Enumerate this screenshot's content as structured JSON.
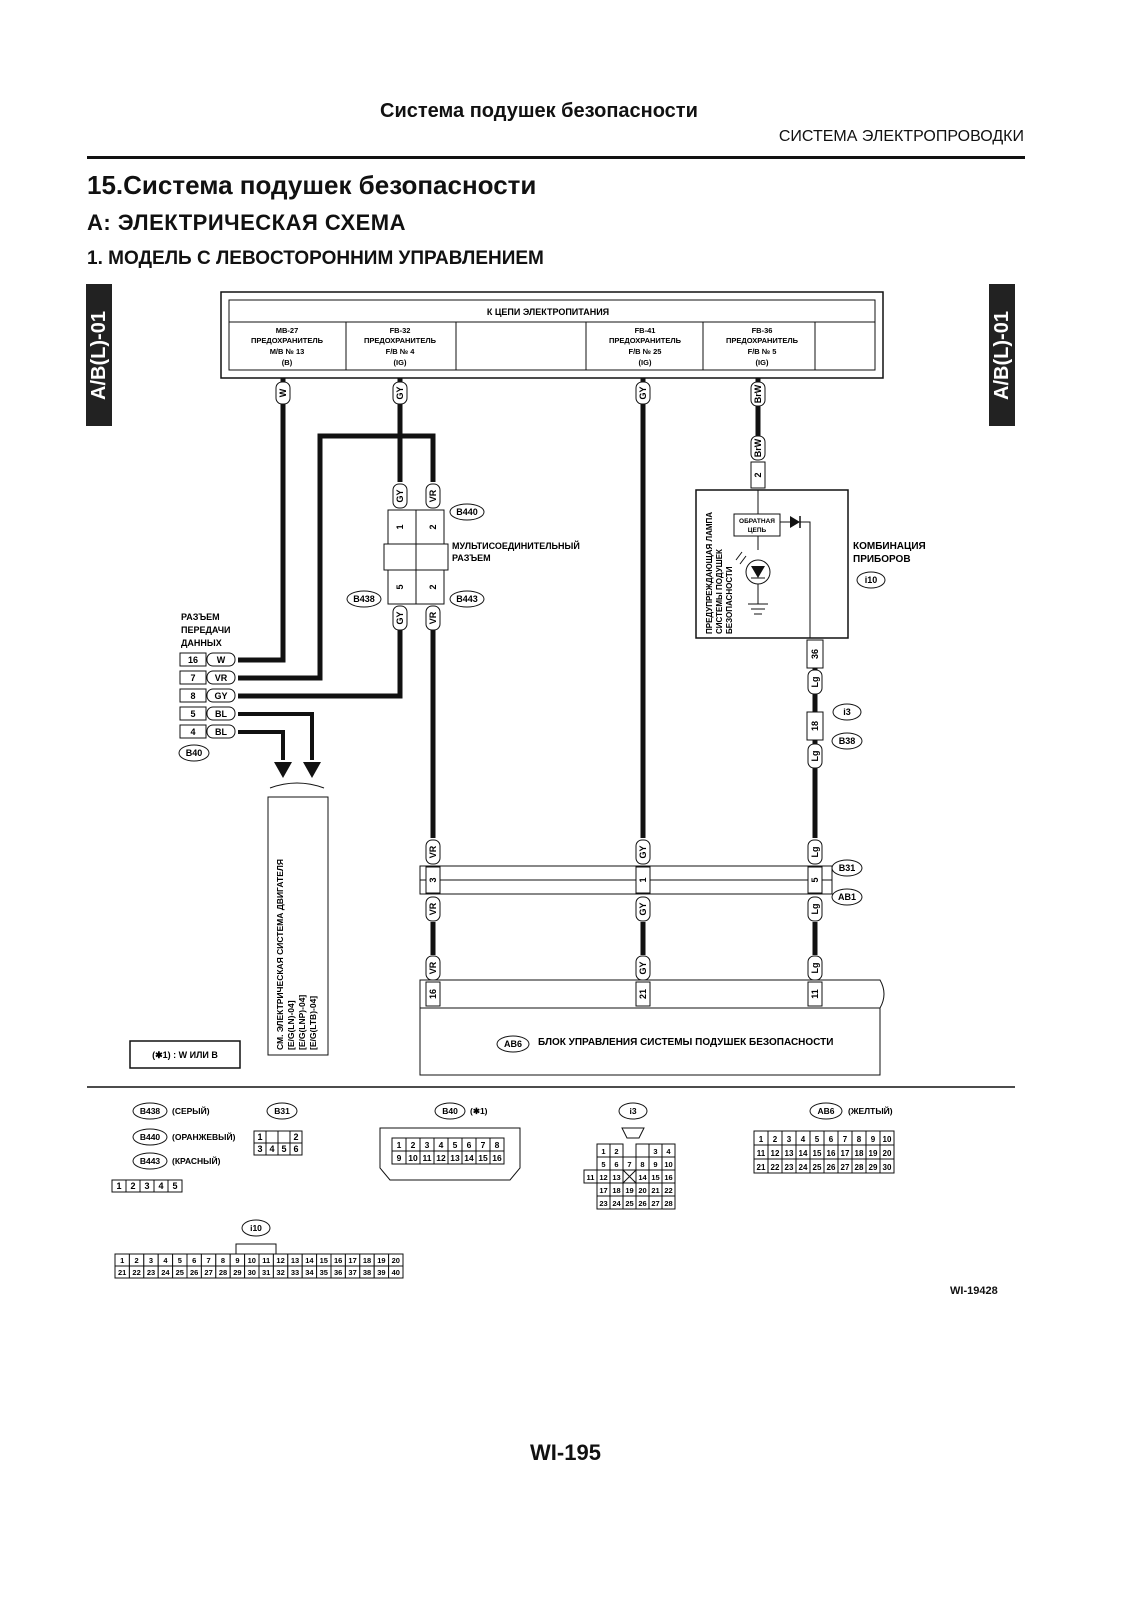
{
  "header": {
    "title": "Система подушек безопасности",
    "subtitle": "СИСТЕМА ЭЛЕКТРОПРОВОДКИ"
  },
  "section": {
    "title": "15.Система подушек безопасности",
    "sub_a": "A:  ЭЛЕКТРИЧЕСКАЯ СХЕМА",
    "sub_1": "1.  МОДЕЛЬ С ЛЕВОСТОРОННИМ УПРАВЛЕНИЕМ"
  },
  "side_tab": "A/B(L)-01",
  "power": {
    "title": "К ЦЕПИ ЭЛЕКТРОПИТАНИЯ",
    "fuses": [
      {
        "id": "MB-27",
        "l1": "ПРЕДОХРАНИТЕЛЬ",
        "l2": "M/B № 13",
        "l3": "(B)",
        "wire": "W"
      },
      {
        "id": "FB-32",
        "l1": "ПРЕДОХРАНИТЕЛЬ",
        "l2": "F/B № 4",
        "l3": "(IG)",
        "wire": "GY"
      },
      {
        "id": "FB-41",
        "l1": "ПРЕДОХРАНИТЕЛЬ",
        "l2": "F/B № 25",
        "l3": "(IG)",
        "wire": "GY"
      },
      {
        "id": "FB-36",
        "l1": "ПРЕДОХРАНИТЕЛЬ",
        "l2": "F/B № 5",
        "l3": "(IG)",
        "wire": "BrW"
      }
    ]
  },
  "multi": {
    "l1": "МУЛЬТИСОЕДИНИТЕЛЬНЫЙ",
    "l2": "РАЗЪЕМ",
    "conn_top": "B440",
    "conn_left": "B438",
    "conn_right": "B443",
    "pins": [
      "1",
      "2",
      "5",
      "2"
    ],
    "wires": [
      "GY",
      "VR",
      "GY",
      "VR"
    ]
  },
  "dlc": {
    "l1": "РАЗЪЕМ",
    "l2": "ПЕРЕДАЧИ",
    "l3": "ДАННЫХ",
    "conn": "B40",
    "pins": [
      {
        "pin": "16",
        "wire": "W"
      },
      {
        "pin": "7",
        "wire": "VR"
      },
      {
        "pin": "8",
        "wire": "GY"
      },
      {
        "pin": "5",
        "wire": "BL"
      },
      {
        "pin": "4",
        "wire": "BL"
      }
    ]
  },
  "engine_ref": {
    "l1": "СМ. ЭЛЕКТРИЧЕСКАЯ СИСТЕМА ДВИГАТЕЛЯ",
    "l2": "[E/G(LN)-04]",
    "l3": "[E/G(LNP)-04]",
    "l4": "[E/G(LTB)-04]"
  },
  "combi": {
    "l1": "КОМБИНАЦИЯ",
    "l2": "ПРИБОРОВ",
    "conn": "i10",
    "lamp_l1": "ПРЕДУПРЕЖДАЮЩАЯ ЛАМПА",
    "lamp_l2": "СИСТЕМЫ ПОДУШЕК",
    "lamp_l3": "БЕЗОПАСНОСТИ",
    "feedback_l1": "ОБРАТНАЯ",
    "feedback_l2": "ЦЕПЬ",
    "pin_in": "2",
    "wire_in": "BrW",
    "pin_out": "36",
    "wire_out": "Lg"
  },
  "i3": {
    "conn": "i3",
    "pin": "18",
    "wire_top": "Lg",
    "wire_bot": "Lg",
    "conn2": "B38"
  },
  "b31": {
    "conn": "B31",
    "conn2": "AB1",
    "pins": [
      "3",
      "1",
      "5"
    ],
    "wires_top": [
      "VR",
      "GY",
      "Lg"
    ],
    "wires_bot": [
      "VR",
      "GY",
      "Lg"
    ]
  },
  "ecu": {
    "conn": "AB6",
    "label": "БЛОК УПРАВЛЕНИЯ СИСТЕМЫ ПОДУШЕК БЕЗОПАСНОСТИ",
    "pins": [
      "16",
      "21",
      "11"
    ],
    "wires": [
      "VR",
      "GY",
      "Lg"
    ]
  },
  "note": "(✱1)  : W ИЛИ B",
  "connectors": {
    "b438": "B438",
    "b438_label": "(СЕРЫЙ)",
    "b440": "B440",
    "b440_label": "(ОРАНЖЕВЫЙ)",
    "b443": "B443",
    "b443_label": "(КРАСНЫЙ)",
    "b31": "B31",
    "b40": "B40",
    "b40_label": "(✱1)",
    "i3": "i3",
    "ab6": "AB6",
    "ab6_label": "(ЖЕЛТЫЙ)",
    "i10": "i10"
  },
  "figure_code": "WI-19428",
  "page_number": "WI-195"
}
